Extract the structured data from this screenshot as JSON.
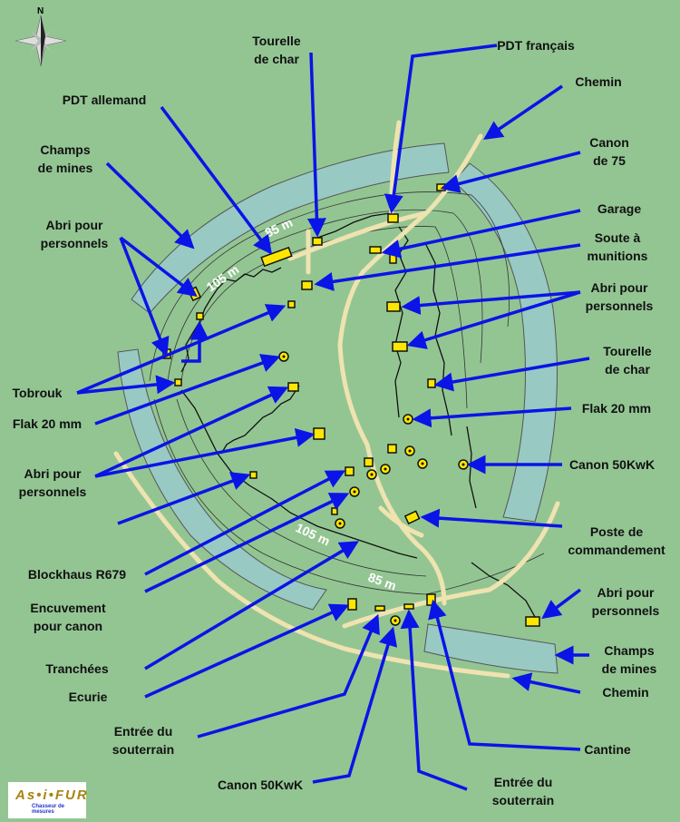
{
  "compass": {
    "north": "N"
  },
  "altitudes": {
    "a105_top": "105 m",
    "a85_top": "85 m",
    "a105_bottom": "105 m",
    "a85_bottom": "85 m"
  },
  "labels": {
    "tourelle_top": [
      "Tourelle",
      "de char"
    ],
    "pdt_francais": [
      "PDT français"
    ],
    "pdt_allemand": [
      "PDT allemand"
    ],
    "chemin_top": [
      "Chemin"
    ],
    "champs_mines_left": [
      "Champs",
      "de mines"
    ],
    "canon75": [
      "Canon",
      "de 75"
    ],
    "garage": [
      "Garage"
    ],
    "soute": [
      "Soute à",
      "munitions"
    ],
    "abri_left_top": [
      "Abri pour",
      "personnels"
    ],
    "abri_right_top": [
      "Abri pour",
      "personnels"
    ],
    "tourelle_right": [
      "Tourelle",
      "de char"
    ],
    "tobrouk": [
      "Tobrouk"
    ],
    "flak_left": [
      "Flak 20 mm"
    ],
    "flak_right": [
      "Flak 20 mm"
    ],
    "abri_left_mid": [
      "Abri pour",
      "personnels"
    ],
    "canon50_right": [
      "Canon 50KwK"
    ],
    "blockhaus": [
      "Blockhaus R679"
    ],
    "poste": [
      "Poste de",
      "commandement"
    ],
    "encuvement": [
      "Encuvement",
      "pour canon"
    ],
    "tranchees": [
      "Tranchées"
    ],
    "abri_right_bottom": [
      "Abri pour",
      "personnels"
    ],
    "champs_mines_right": [
      "Champs",
      "de mines"
    ],
    "ecurie": [
      "Ecurie"
    ],
    "chemin_bottom": [
      "Chemin"
    ],
    "entree_left": [
      "Entrée du",
      "souterrain"
    ],
    "cantine": [
      "Cantine"
    ],
    "canon50_bottom": [
      "Canon 50KwK"
    ],
    "entree_right": [
      "Entrée du",
      "souterrain"
    ]
  },
  "logo": {
    "title": "As•i•FUR",
    "subtitle": "Chasseur de mesures"
  },
  "colors": {
    "background": "#93c593",
    "arrow": "#0a14e6",
    "bunker": "#ffe600",
    "mines": "#98c9c3",
    "road": "#efe3b0"
  }
}
